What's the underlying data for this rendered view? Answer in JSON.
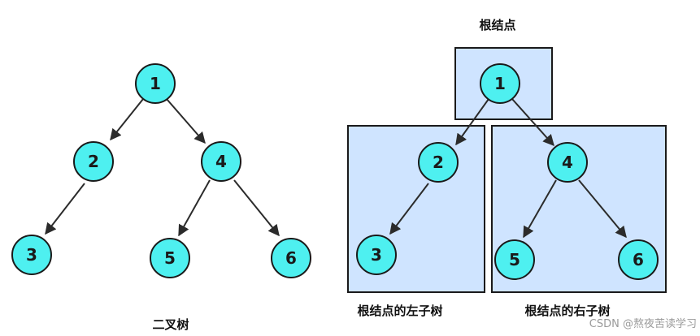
{
  "left_tree": {
    "caption": "二叉树",
    "nodes": [
      "1",
      "2",
      "4",
      "3",
      "5",
      "6"
    ]
  },
  "right_tree": {
    "root_caption": "根结点",
    "left_subtree_caption": "根结点的左子树",
    "right_subtree_caption": "根结点的右子树",
    "nodes": [
      "1",
      "2",
      "4",
      "3",
      "5",
      "6"
    ]
  },
  "colors": {
    "node_fill": "#4ef0f0",
    "region_fill": "#cfe4ff"
  },
  "watermark": "CSDN @熬夜苦读学习"
}
